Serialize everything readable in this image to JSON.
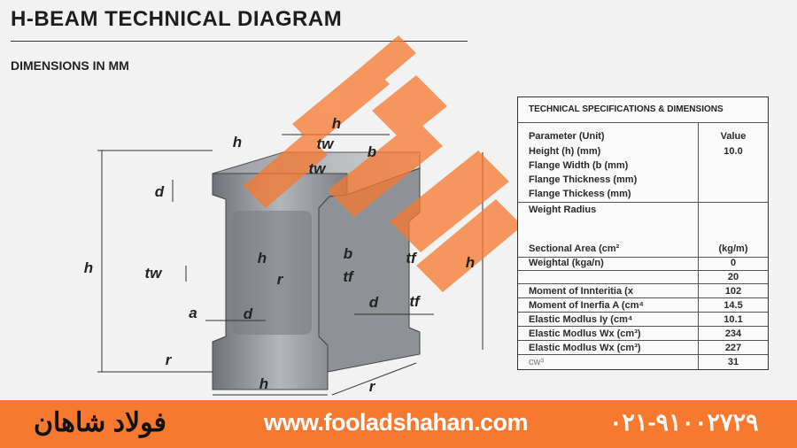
{
  "header": {
    "title": "H-BEAM TECHNICAL DIAGRAM",
    "subtitle": "DIMENSIONS IN MM"
  },
  "diagram": {
    "labels": [
      "h",
      "h",
      "tw",
      "tw",
      "b",
      "d",
      "h",
      "tw",
      "h",
      "r",
      "b",
      "tf",
      "tf",
      "h",
      "a",
      "d",
      "d",
      "tf",
      "r",
      "h",
      "r"
    ]
  },
  "table": {
    "title": "TECHNICAL SPECIFICATIONS & DIMENSIONS",
    "col_param": "Parameter (Unit)",
    "col_value": "Value",
    "rows": [
      {
        "param": "Height (h) (mm)",
        "value": "10.0"
      },
      {
        "param": "Flange Width (b (mm)",
        "value": ""
      },
      {
        "param": "Flange Thickness (mm)",
        "value": ""
      },
      {
        "param": "Flange Thickess (mm)",
        "value": ""
      },
      {
        "param": "Weight Radius",
        "value": ""
      },
      {
        "param": "Sectional Area (cm²",
        "value": "(kg/m)"
      },
      {
        "param": "Weightal (kga/n)",
        "value": "0"
      },
      {
        "param": "",
        "value": "20"
      },
      {
        "param": "Moment of Innteritia (x",
        "value": "102"
      },
      {
        "param": "Moment of Inerfia A (cm⁴",
        "value": "14.5"
      },
      {
        "param": "Elastic Modlus Iy (cm⁴",
        "value": "10.1"
      },
      {
        "param": "Elastic Modlus Wx (cm³)",
        "value": "234"
      },
      {
        "param": "Elastic Modlus Wx (cm³)",
        "value": "227"
      },
      {
        "param": "cw³",
        "value": "31"
      }
    ]
  },
  "footer": {
    "brand": "فولاد شاهان",
    "website": "www.fooladshahan.com",
    "phone": "۰۲۱-۹۱۰۰۲۷۲۹"
  },
  "colors": {
    "accent": "#f7782f",
    "steel": "#8a8d93"
  }
}
